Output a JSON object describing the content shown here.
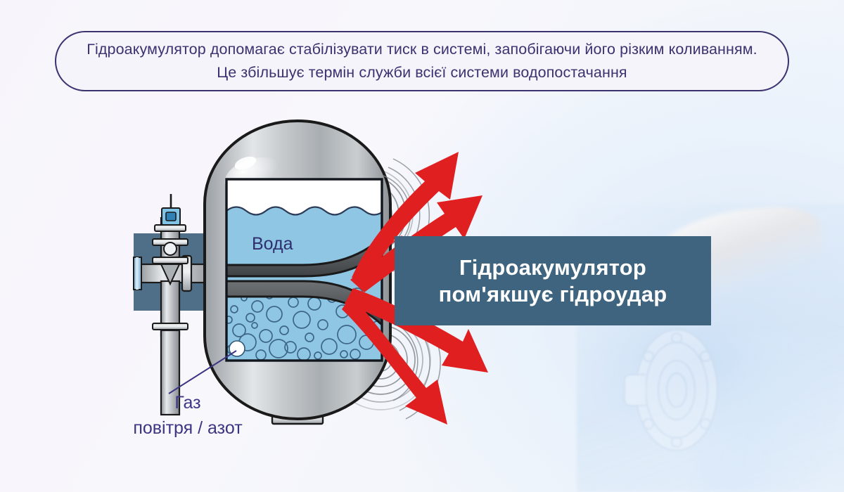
{
  "caption": {
    "text": "Гідроакумулятор допомагає стабілізувати тиск в системі, запобігаючи його різким коливанням. Це збільшує термін служби всієї системи водопостачання",
    "border_color": "#3b3270",
    "text_color": "#3b3270"
  },
  "banner": {
    "line1": "Гідроакумулятор",
    "line2": "пом'якшує гідроудар",
    "background_color": "#3e647f",
    "text_color": "#ffffff"
  },
  "diagram": {
    "title": "Hydroaccumulator cutaway diagram",
    "labels": {
      "water": "Вода",
      "gas_line1": "Газ",
      "gas_line2": "повітря / азот"
    },
    "label_color": "#3b3583",
    "water_label_color": "#2f2e6e",
    "water_fill_color": "#8ec6e4",
    "tank_body_color": "#b9bec2",
    "membrane_color": "#55595c",
    "pipe_band_color": "#4f6e87",
    "arrow_color": "#e02020",
    "ripple_color": "#8d9295",
    "arrow_count": 4,
    "arrow_directions": [
      "up-right",
      "right-up",
      "right-down",
      "down-right"
    ]
  }
}
